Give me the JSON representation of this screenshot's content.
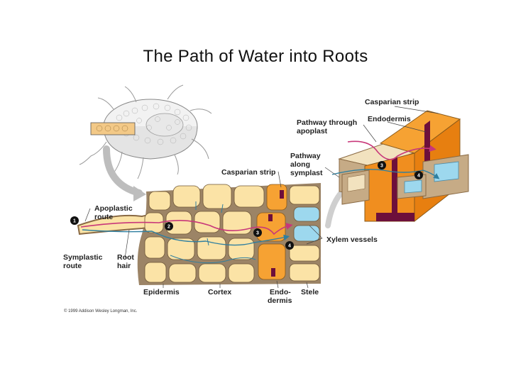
{
  "title": "The Path of Water into Roots",
  "labels": {
    "casparian_strip_top": "Casparian strip",
    "endodermis_top": "Endodermis",
    "pathway_apoplast_1": "Pathway through",
    "pathway_apoplast_2": "apoplast",
    "pathway_symplast_1": "Pathway",
    "pathway_symplast_2": "along",
    "pathway_symplast_3": "symplast",
    "casparian_strip_mid": "Casparian strip",
    "apoplastic_1": "Apoplastic",
    "apoplastic_2": "route",
    "symplastic_1": "Symplastic",
    "symplastic_2": "route",
    "root_hair_1": "Root",
    "root_hair_2": "hair",
    "xylem_vessels": "Xylem vessels",
    "epidermis": "Epidermis",
    "cortex": "Cortex",
    "endodermis_1": "Endo-",
    "endodermis_2": "dermis",
    "stele": "Stele"
  },
  "markers": [
    "1",
    "2",
    "3",
    "4",
    "3",
    "4"
  ],
  "copyright": "© 1999 Addison Wesley Longman, Inc.",
  "colors": {
    "cortex_cell": "#fbe3a6",
    "cell_wall": "#9c8466",
    "endodermis": "#f6a233",
    "xylem": "#9dd8ee",
    "apoplast_path": "#c8377a",
    "symplast_path": "#2f7fa0",
    "casparian": "#6d0f3b"
  }
}
